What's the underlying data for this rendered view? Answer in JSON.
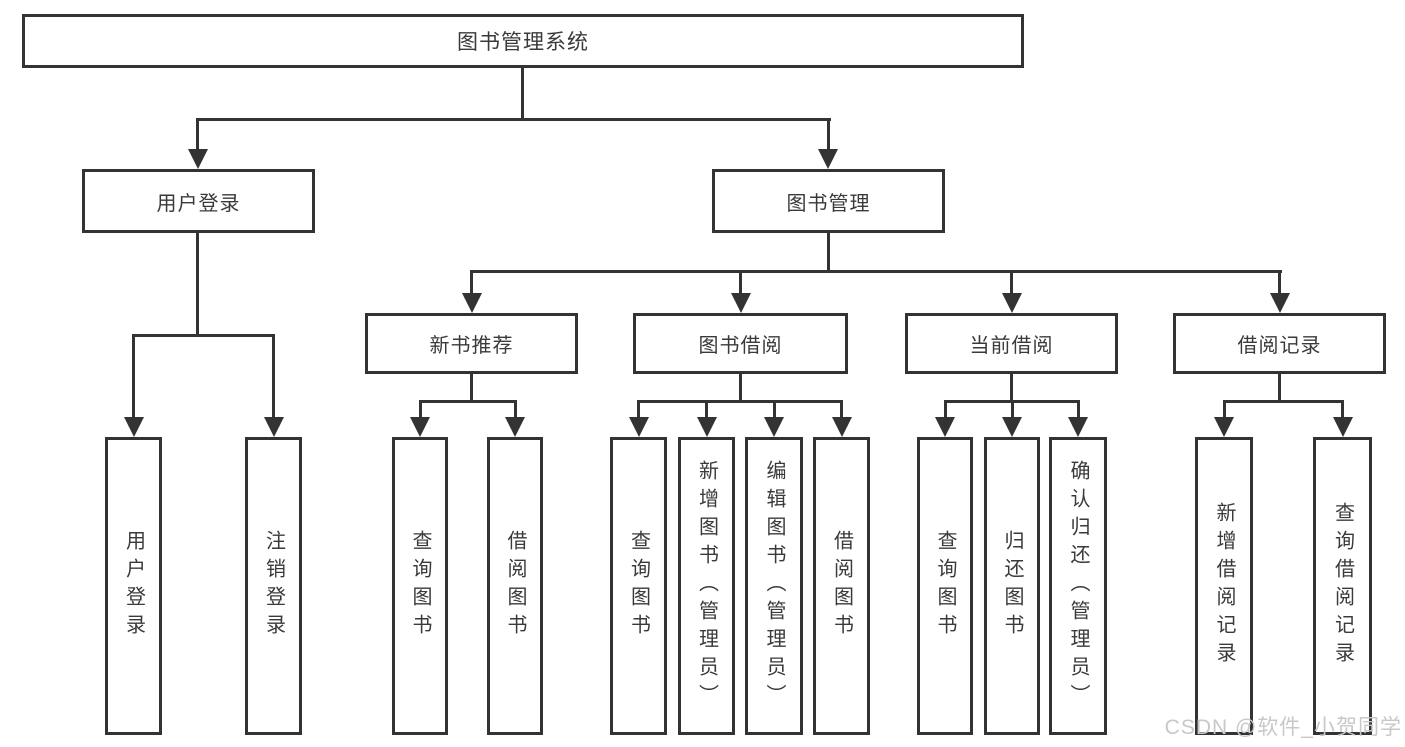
{
  "diagram": {
    "root": {
      "label": "图书管理系统"
    },
    "level2": [
      {
        "label": "用户登录"
      },
      {
        "label": "图书管理"
      }
    ],
    "level3": [
      {
        "label": "新书推荐"
      },
      {
        "label": "图书借阅"
      },
      {
        "label": "当前借阅"
      },
      {
        "label": "借阅记录"
      }
    ],
    "leaves": {
      "user_login": [
        {
          "label": "用户登录"
        },
        {
          "label": "注销登录"
        }
      ],
      "new_book": [
        {
          "label": "查询图书"
        },
        {
          "label": "借阅图书"
        }
      ],
      "book_borrow": [
        {
          "label": "查询图书"
        },
        {
          "label": "新增图书（管理员）"
        },
        {
          "label": "编辑图书（管理员）"
        },
        {
          "label": "借阅图书"
        }
      ],
      "current_borrow": [
        {
          "label": "查询图书"
        },
        {
          "label": "归还图书"
        },
        {
          "label": "确认归还（管理员）"
        }
      ],
      "borrow_record": [
        {
          "label": "新增借阅记录"
        },
        {
          "label": "查询借阅记录"
        }
      ]
    }
  },
  "watermark": {
    "text": "CSDN @软件_小贺同学"
  },
  "colors": {
    "line": "#333333",
    "box_border": "#333333",
    "text": "#3a3a3a",
    "background": "#ffffff",
    "watermark": "#c8c8c8"
  }
}
